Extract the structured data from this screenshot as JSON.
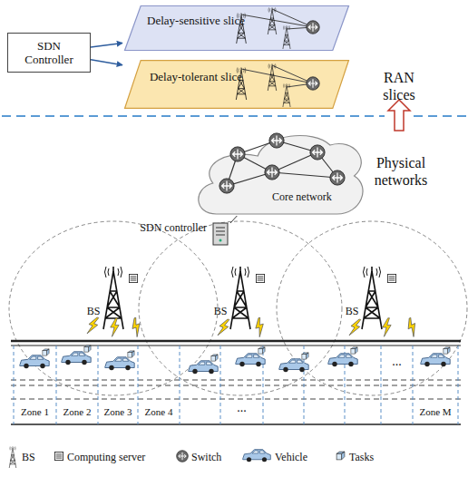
{
  "diagram": {
    "nodes": [
      {
        "text": [
          "SDN Controller"
        ]
      },
      {
        "text": [
          "Delay-sensitive slice"
        ]
      },
      {
        "text": [
          "Delay-tolerant slice"
        ]
      },
      {
        "text": [
          "Core network"
        ]
      },
      {
        "text": [
          "SDN controller"
        ]
      }
    ],
    "edges": [
      {
        "from": 0,
        "to": 1,
        "arrow": "to"
      },
      {
        "from": 0,
        "to": 2,
        "arrow": "to"
      },
      {
        "from": 4,
        "to": 3,
        "arrow": "none"
      }
    ],
    "labels": [
      "RAN slices",
      "Physical networks",
      "BS",
      "BS",
      "BS",
      "Zone 1",
      "Zone 2",
      "Zone 3",
      "Zone 4",
      "...",
      "Zone M",
      "..."
    ],
    "legend": [
      {
        "text": "BS"
      },
      {
        "text": "Computing server"
      },
      {
        "text": "Switch"
      },
      {
        "text": "Vehicle"
      },
      {
        "text": "Tasks"
      }
    ]
  }
}
